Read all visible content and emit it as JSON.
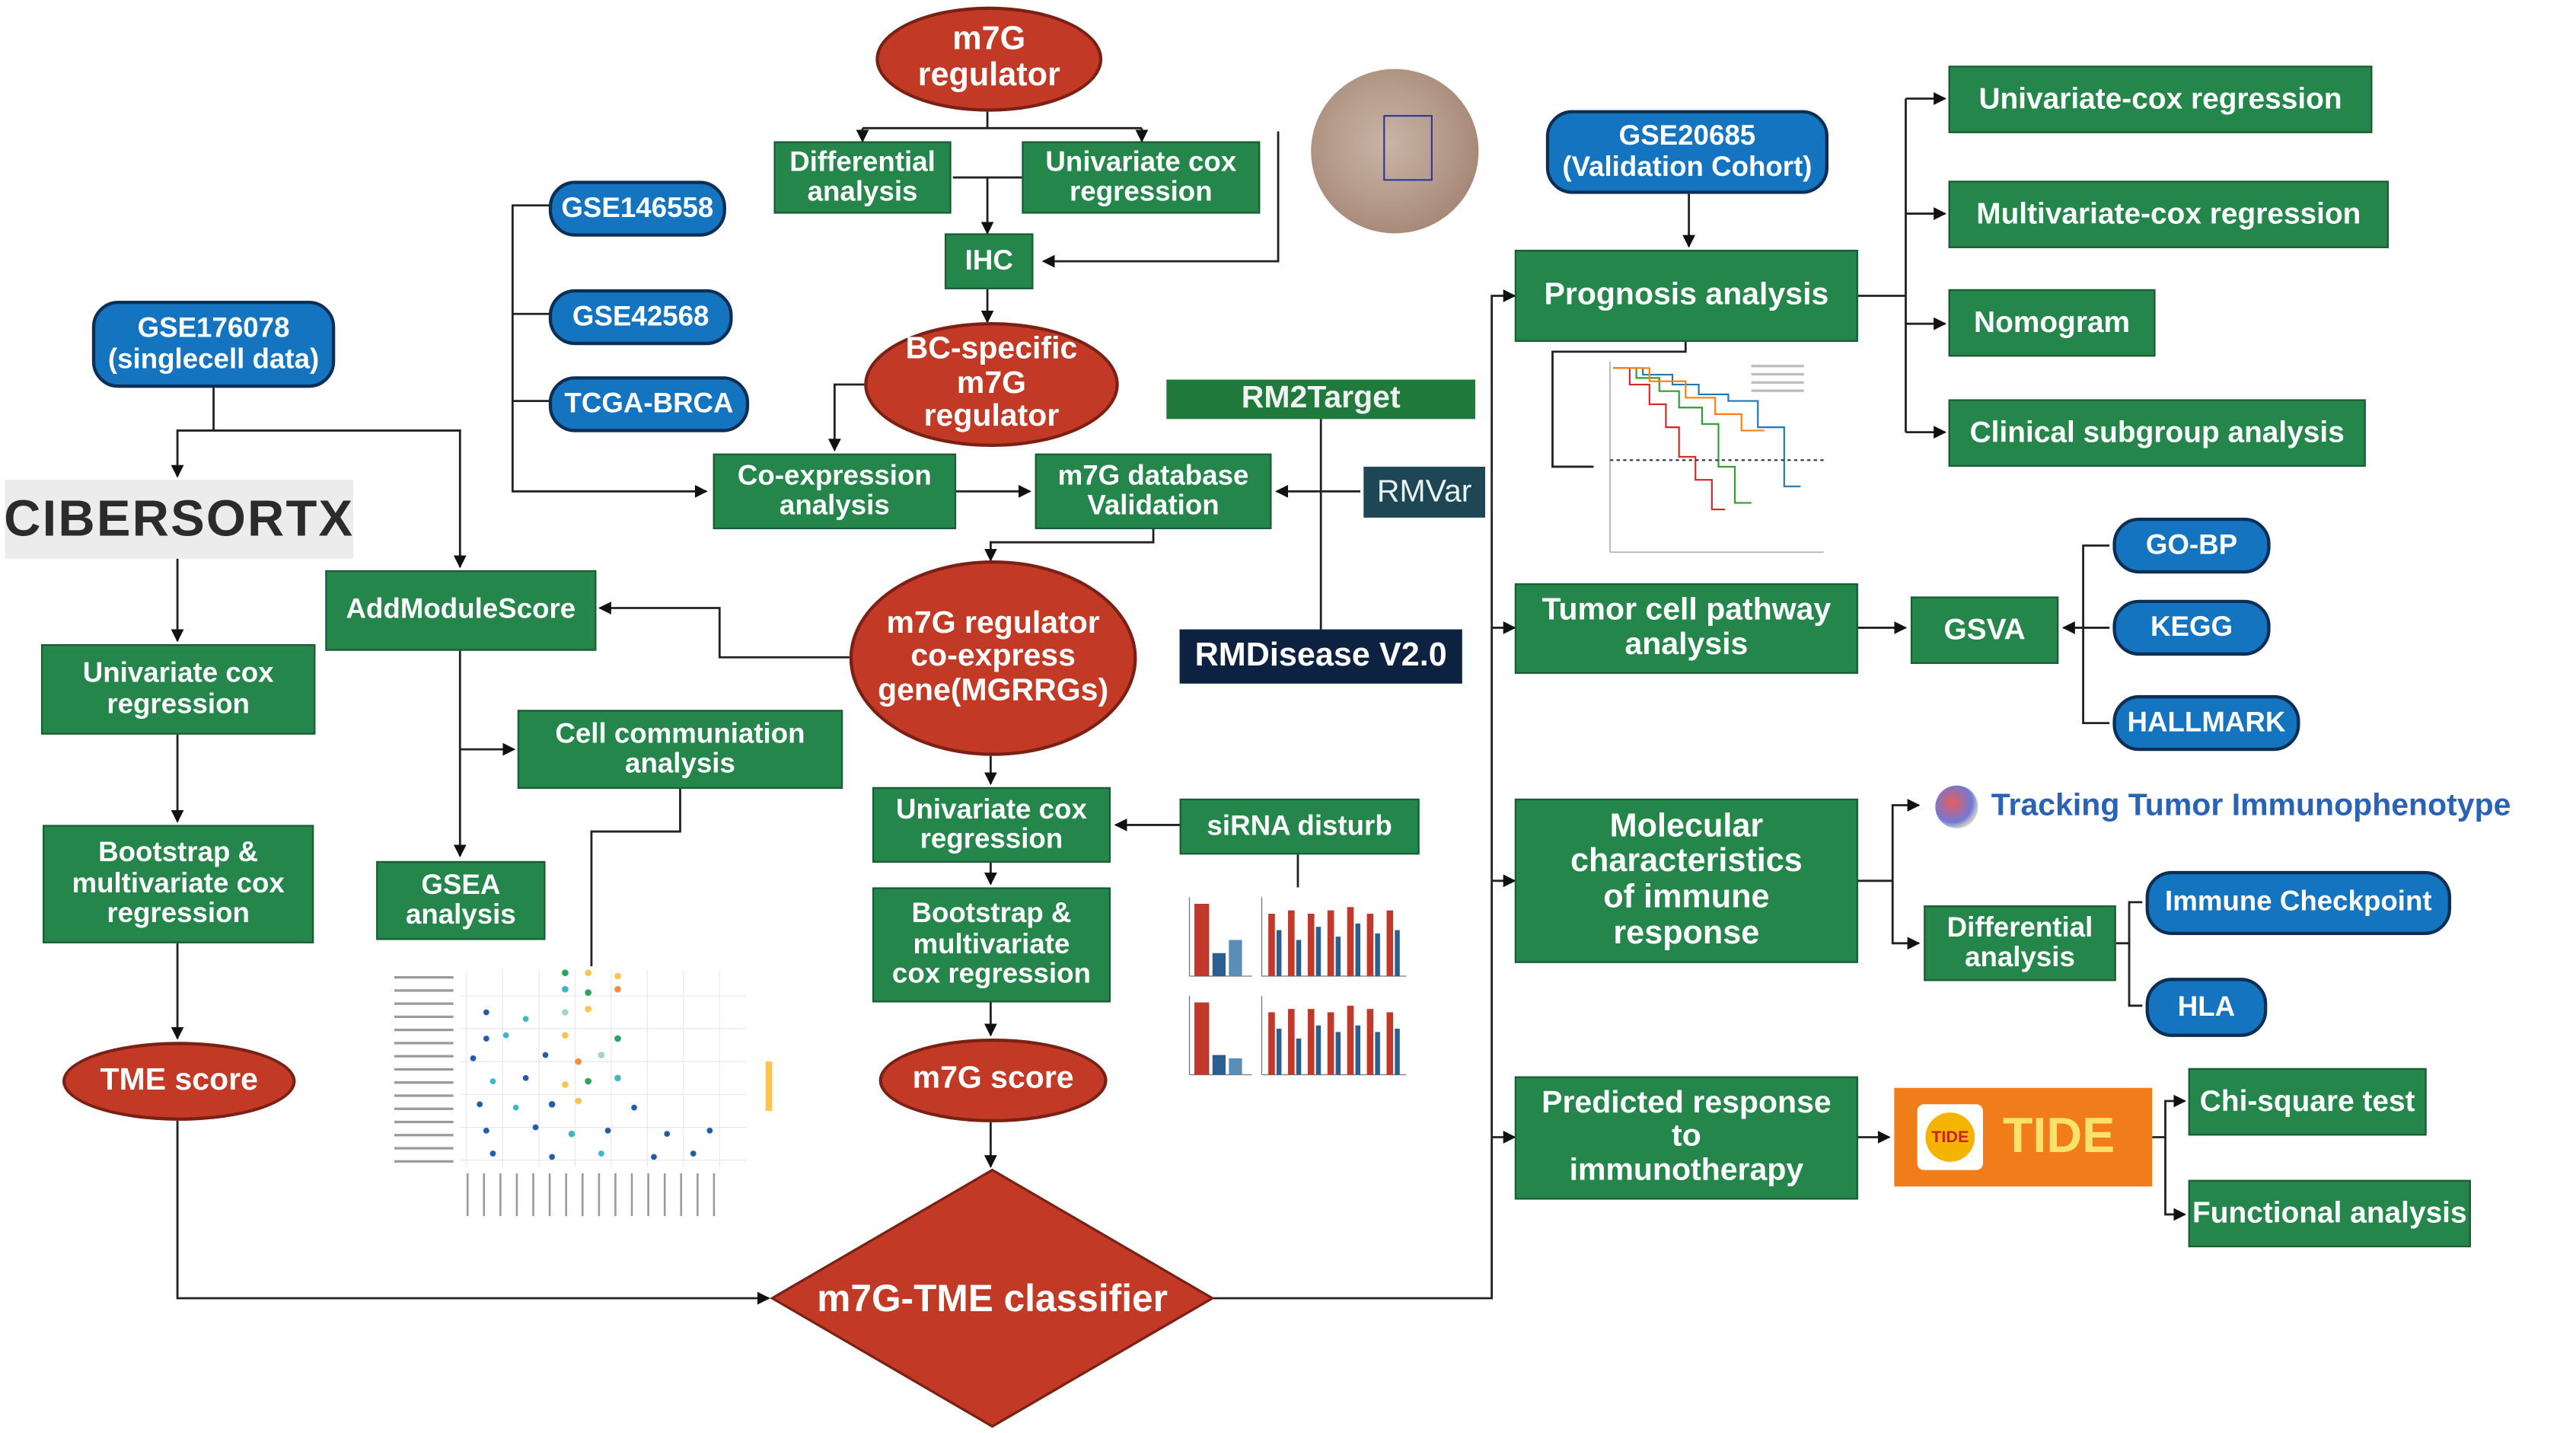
{
  "nodes": {
    "m7g_regulator": "m7G\nregulator",
    "differential_analysis_top": "Differential\nanalysis",
    "univariate_cox_top": "Univariate cox\nregression",
    "ihc": "IHC",
    "bc_specific": "BC-specific\nm7G\nregulator",
    "gse146558": "GSE146558",
    "gse42568": "GSE42568",
    "tcga_brca": "TCGA-BRCA",
    "gse176078": "GSE176078\n(singlecell data)",
    "coexpression": "Co-expression\nanalysis",
    "db_validation": "m7G database\nValidation",
    "mgrrgs": "m7G regulator\nco-express\ngene(MGRRGs)",
    "addmodulescore": "AddModuleScore",
    "univariate_cox_left": "Univariate cox\nregression",
    "cell_comm": "Cell communiation\nanalysis",
    "gsea": "GSEA\nanalysis",
    "bootstrap_left": "Bootstrap &\nmultivariate cox\nregression",
    "tme_score": "TME score",
    "univariate_cox_mid": "Univariate cox\nregression",
    "sirna": "siRNA disturb",
    "bootstrap_mid": "Bootstrap &\nmultivariate\ncox regression",
    "m7g_score": "m7G score",
    "classifier": "m7G-TME classifier",
    "gse20685": "GSE20685\n(Validation Cohort)",
    "prognosis": "Prognosis analysis",
    "uni_cox_right": "Univariate-cox regression",
    "multi_cox_right": "Multivariate-cox regression",
    "nomogram": "Nomogram",
    "clinical_subgroup": "Clinical subgroup analysis",
    "tumor_pathway": "Tumor cell pathway\nanalysis",
    "gsva": "GSVA",
    "go_bp": "GO-BP",
    "kegg": "KEGG",
    "hallmark": "HALLMARK",
    "molecular_immune": "Molecular\ncharacteristics\nof immune\nresponse",
    "differential_right": "Differential\nanalysis",
    "immune_checkpoint": "Immune Checkpoint",
    "hla": "HLA",
    "predicted_response": "Predicted response\nto\nimmunotherapy",
    "chi_square": "Chi-square test",
    "functional": "Functional analysis"
  },
  "logos": {
    "cibersortx": "CIBERSORTX",
    "rm2target": "RM2Target",
    "rmvar": "RMVar",
    "rmdisease": "RMDisease V2.0",
    "tracking": "Tracking Tumor Immunophenotype",
    "tide": "TIDE",
    "tide_badge": "TIDE"
  },
  "colors": {
    "green": "#24864a",
    "blue": "#1574bf",
    "red": "#c23a26",
    "dark_navy": "#0d2240",
    "teal": "#1e4654",
    "tide_orange": "#f07d1a"
  }
}
